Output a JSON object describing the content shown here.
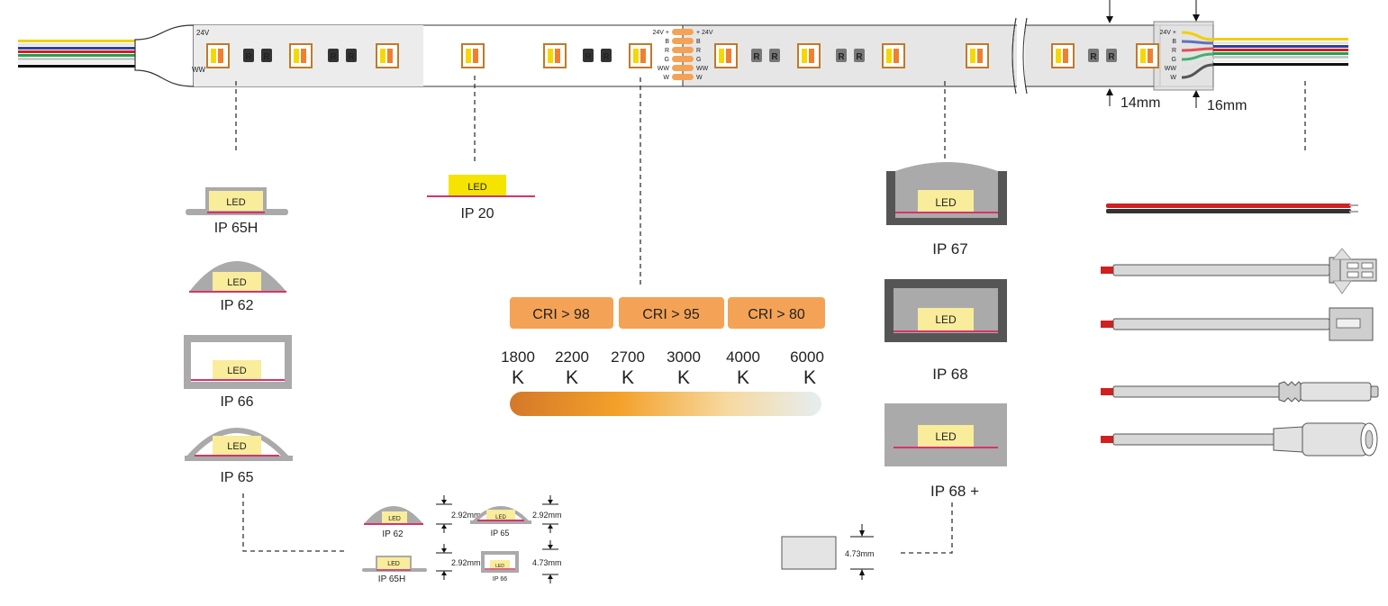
{
  "strip": {
    "pad_labels_left": [
      "24V +",
      "B",
      "R",
      "G",
      "WW",
      "W"
    ],
    "pad_labels_right": [
      "+ 24V",
      "B",
      "R",
      "G",
      "WW",
      "W"
    ],
    "pad_labels_end": [
      "24V +",
      "B",
      "R",
      "G",
      "WW",
      "W"
    ],
    "left_end_top": "24V",
    "left_end_bottom": "WW",
    "chip_letter": "R",
    "width_14": "14mm",
    "width_16": "16mm"
  },
  "ip_types": {
    "ip65h": "IP 65H",
    "ip62": "IP 62",
    "ip66": "IP 66",
    "ip65": "IP 65",
    "ip20": "IP 20",
    "ip67": "IP 67",
    "ip68": "IP 68",
    "ip68plus": "IP 68 +",
    "led": "LED"
  },
  "cri": {
    "badges": [
      "CRI > 98",
      "CRI > 95",
      "CRI > 80"
    ],
    "temps": [
      {
        "value": "1800",
        "unit": "K"
      },
      {
        "value": "2200",
        "unit": "K"
      },
      {
        "value": "2700",
        "unit": "K"
      },
      {
        "value": "3000",
        "unit": "K"
      },
      {
        "value": "4000",
        "unit": "K"
      },
      {
        "value": "6000",
        "unit": "K"
      }
    ]
  },
  "thickness": {
    "ip62_label": "IP 62",
    "ip62_value": "2.92mm",
    "ip65_label": "IP 65",
    "ip65_value": "2.92mm",
    "ip65h_label": "IP 65H",
    "ip65h_value": "2.92mm",
    "ip66_label": "IP 66",
    "ip66_value": "4.73mm",
    "ip68_value": "4.73mm"
  },
  "colors": {
    "orange": "#f4a356",
    "pink": "#d6336c",
    "led_fill": "#f9ec9b",
    "gray": "#aaaaaa",
    "dark": "#555555"
  }
}
